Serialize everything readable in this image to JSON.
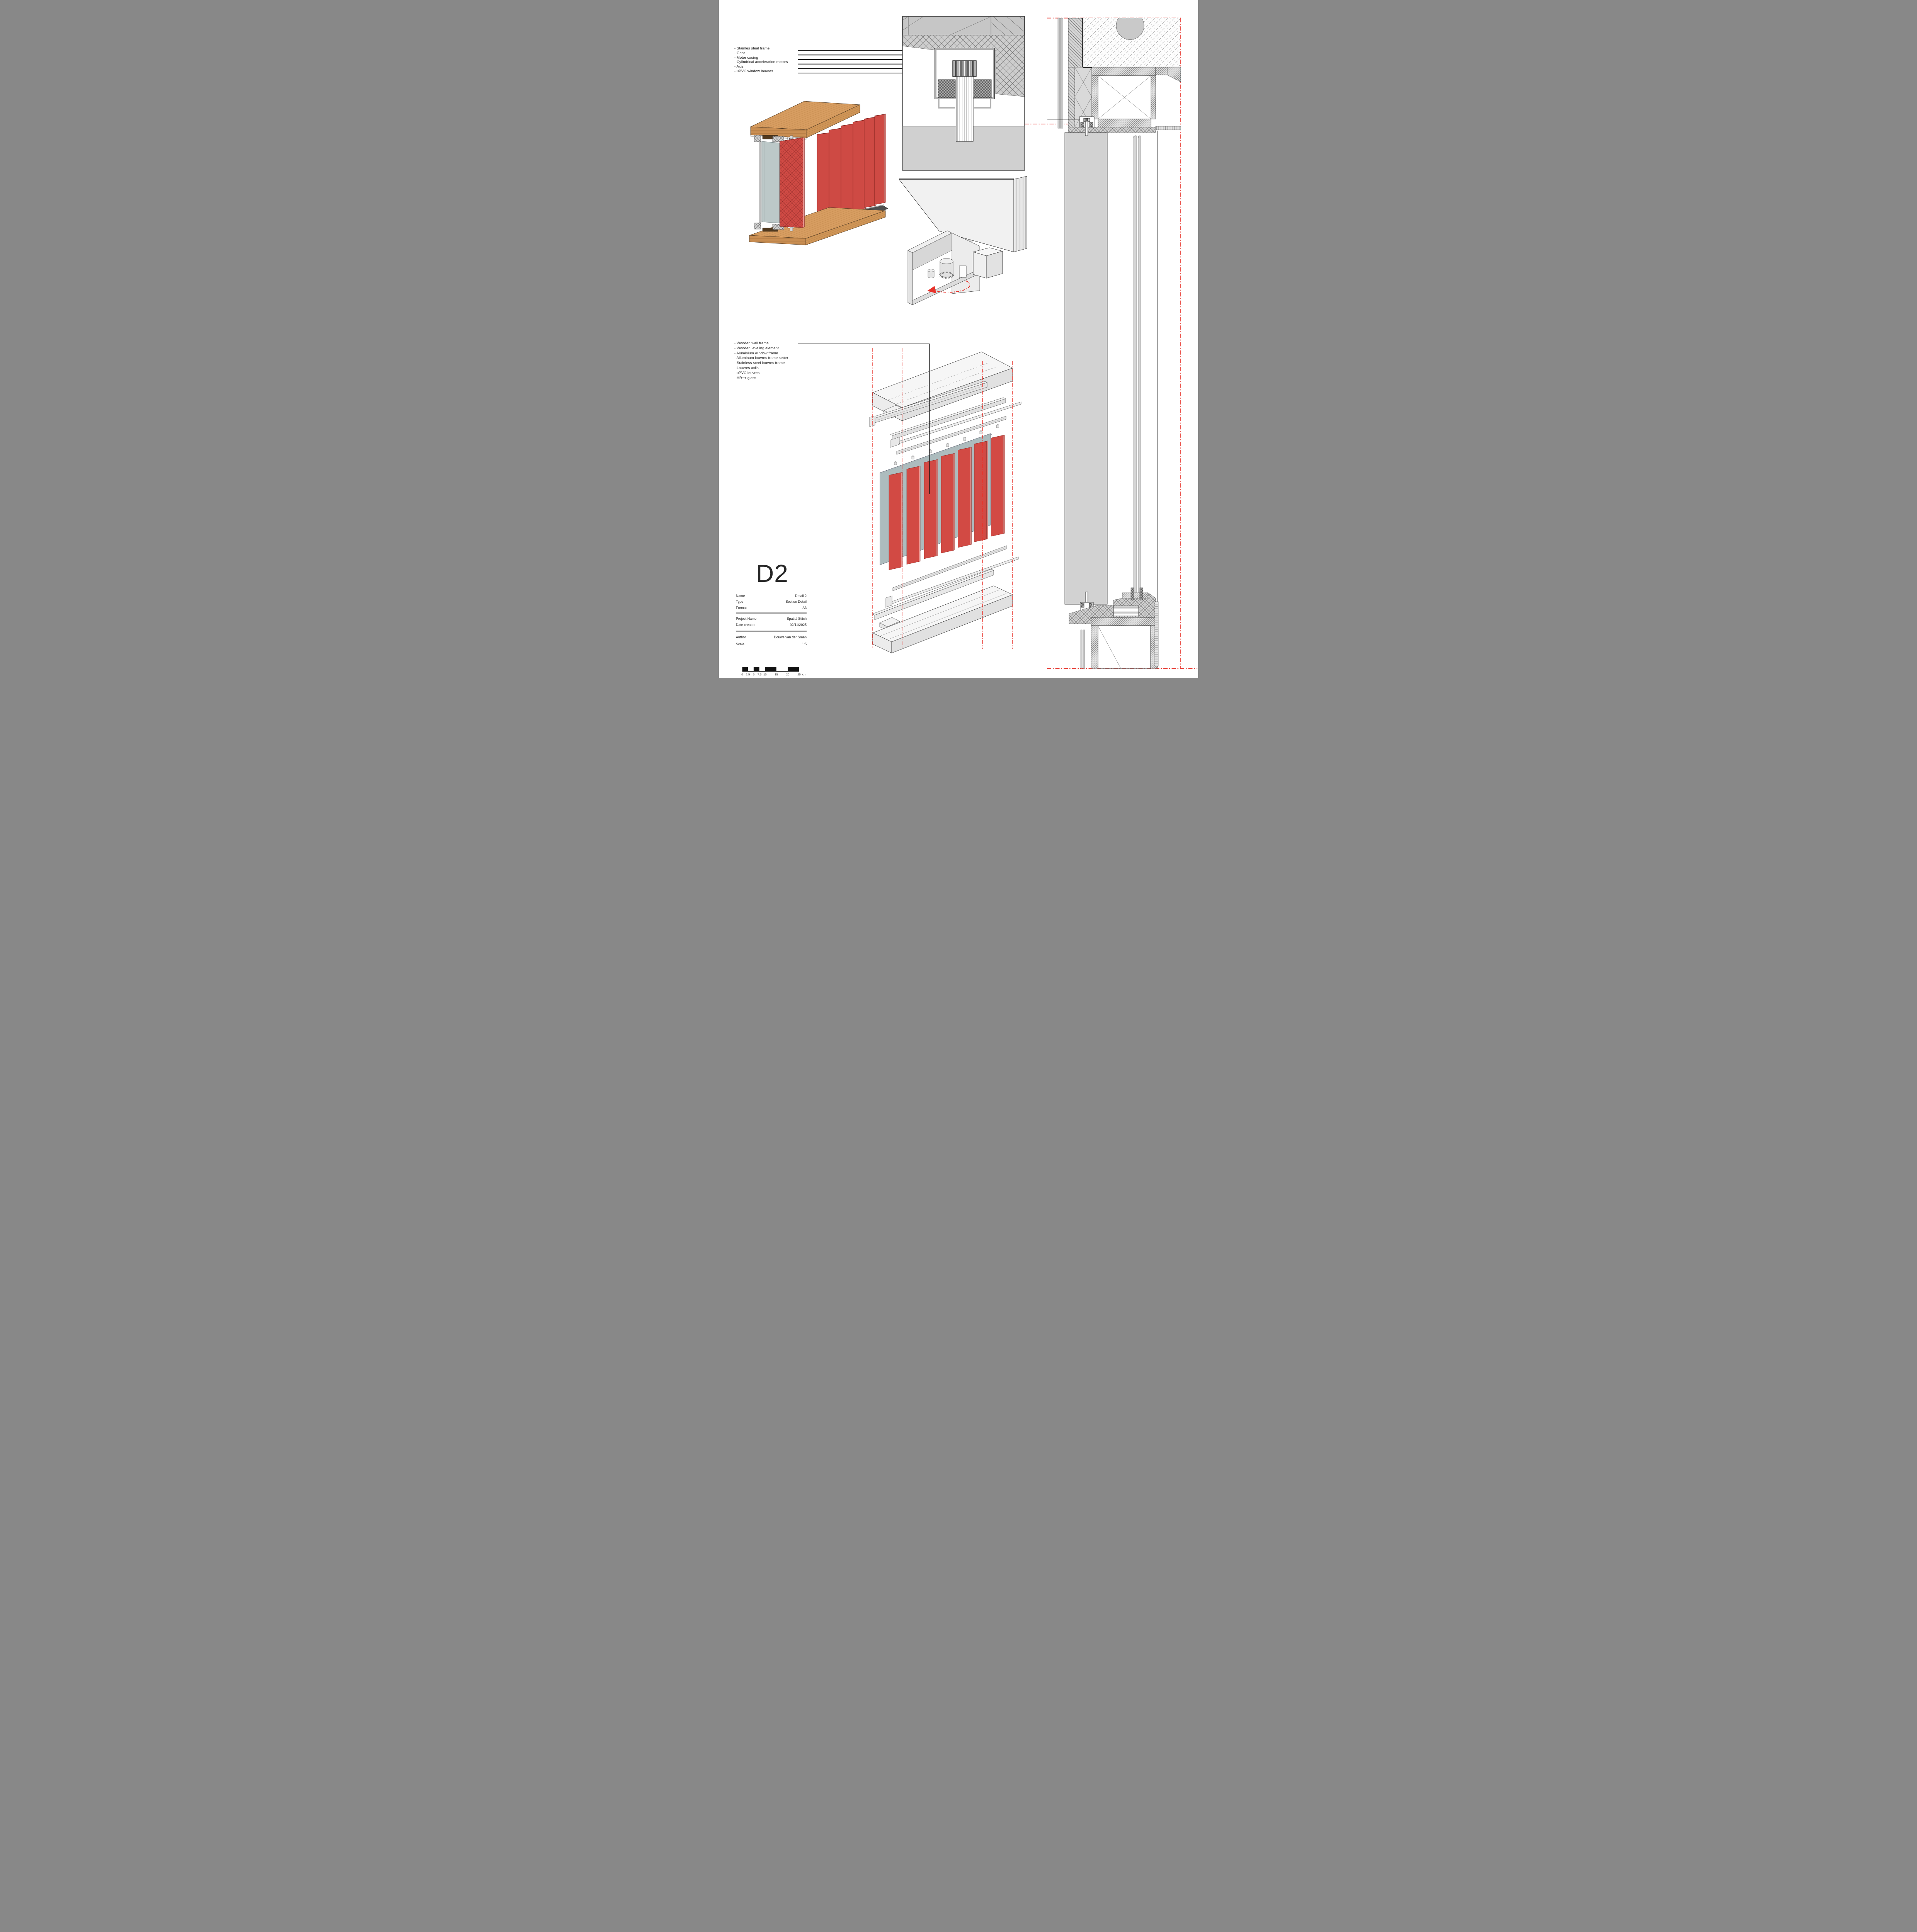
{
  "annotations_top": {
    "items": [
      "- Stainles steal frame",
      "- Gear",
      "- Motor casing",
      "- Cylindrical acceleration motors",
      "- Axis",
      "- uPVC window louvres"
    ]
  },
  "annotations_bottom": {
    "items": [
      "- Wooden wall frame",
      "- Wooden leveling element",
      "- Aluminium window frame",
      "- Alluminum louvres frame setter",
      "- Stainless steel louvres frame",
      "- Louvres axils",
      "- uPVC louvres",
      "- HR++ glass"
    ]
  },
  "title_block": {
    "code": "D2",
    "rows": [
      {
        "label": "Name",
        "value": "Detail 2"
      },
      {
        "label": "Type",
        "value": "Section Detail"
      },
      {
        "label": "Format",
        "value": "A3"
      },
      {
        "label": "Project Name",
        "value": "Spatial Stitch"
      },
      {
        "label": "Date created",
        "value": "02/11/2025"
      },
      {
        "label": "Author",
        "value": "Douwe van der Sman"
      }
    ],
    "scale_label": "Scale",
    "scale_value": "1:5"
  },
  "scale_bar": {
    "tick_labels": [
      "0",
      "2.5",
      "5",
      "7.5",
      "10",
      "15",
      "20",
      "25"
    ],
    "unit": "cm",
    "total_cm": 25,
    "ratio": "1:5"
  },
  "colors": {
    "accent_red": "#e8322a",
    "louvre_red": "#ce4a44",
    "wood": "#d79d61",
    "glass": "#a9b8ba",
    "line": "#1a1a1a"
  }
}
